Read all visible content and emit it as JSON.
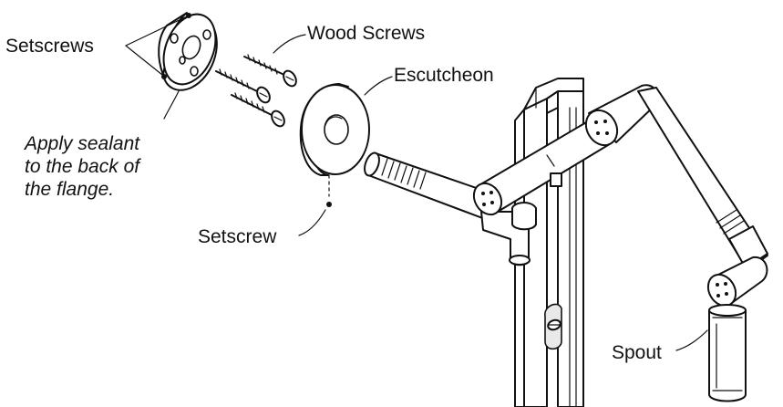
{
  "labels": {
    "setscrews": "Setscrews",
    "wood_screws": "Wood Screws",
    "escutcheon": "Escutcheon",
    "sealant_note": [
      "Apply sealant",
      "to the back of",
      "the flange."
    ],
    "setscrew": "Setscrew",
    "spout": "Spout"
  }
}
